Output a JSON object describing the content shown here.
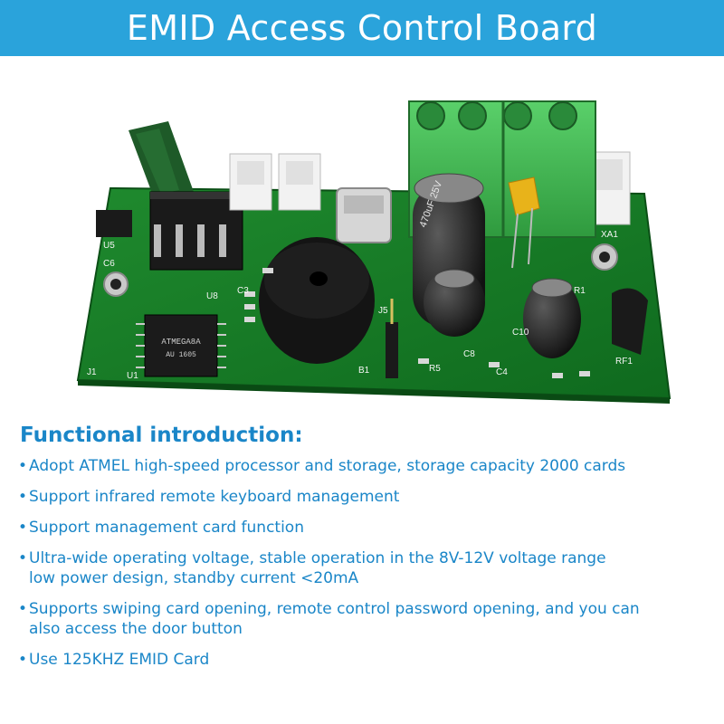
{
  "header": {
    "title": "EMID Access Control Board"
  },
  "board": {
    "atmel_chip": "ATMEGA8A",
    "atmel_sub": "AU 1605",
    "cap_label": "470uF 25V",
    "silk": [
      "U5",
      "C6",
      "U8",
      "C3",
      "J5",
      "B1",
      "J1",
      "U1",
      "C8",
      "R5",
      "C4",
      "C10",
      "RF1",
      "R1",
      "XA1"
    ]
  },
  "intro": {
    "title": "Functional introduction:",
    "bullet": "•",
    "items": [
      {
        "line1": "Adopt ATMEL high-speed processor and storage, storage capacity 2000 cards",
        "line2": ""
      },
      {
        "line1": "Support infrared remote keyboard management",
        "line2": ""
      },
      {
        "line1": "Support management card function",
        "line2": ""
      },
      {
        "line1": "Ultra-wide operating voltage, stable operation in the 8V-12V voltage range",
        "line2": "low power design, standby current <20mA"
      },
      {
        "line1": "Supports swiping card opening, remote control password opening, and you can",
        "line2": "also access the door button"
      },
      {
        "line1": "Use 125KHZ EMID Card",
        "line2": ""
      }
    ]
  }
}
